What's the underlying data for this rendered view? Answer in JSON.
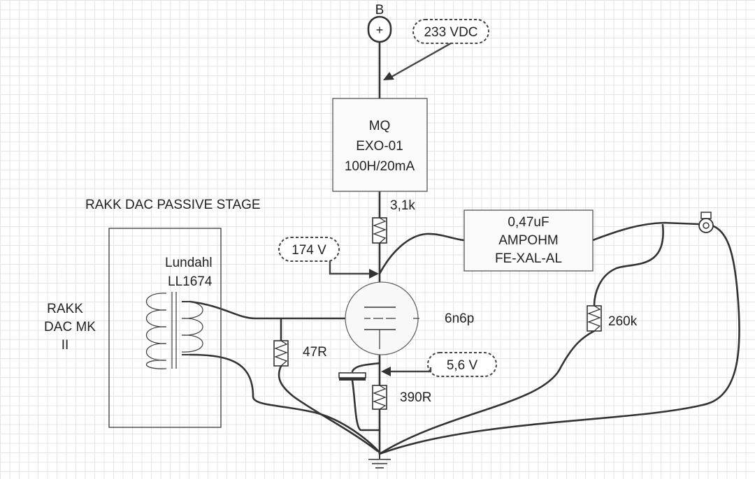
{
  "supply": {
    "label": "B",
    "symbol": "+",
    "voltage": "233 VDC"
  },
  "choke": {
    "lines": [
      "MQ",
      "EXO-01",
      "100H/20mA"
    ]
  },
  "anode_resistor": "3,1k",
  "anode_voltage": "174 V",
  "coupling_cap": {
    "lines": [
      "0,47uF",
      "AMPOHM",
      "FE-XAL-AL"
    ]
  },
  "tube": "6n6p",
  "grid_resistor": "47R",
  "cathode_voltage": "5,6 V",
  "cathode_resistor": "390R",
  "output_resistor": "260k",
  "stage_title": "RAKK DAC PASSIVE STAGE",
  "transformer": [
    "Lundahl",
    "LL1674"
  ],
  "dac": [
    "RAKK",
    "DAC MK",
    "II"
  ]
}
